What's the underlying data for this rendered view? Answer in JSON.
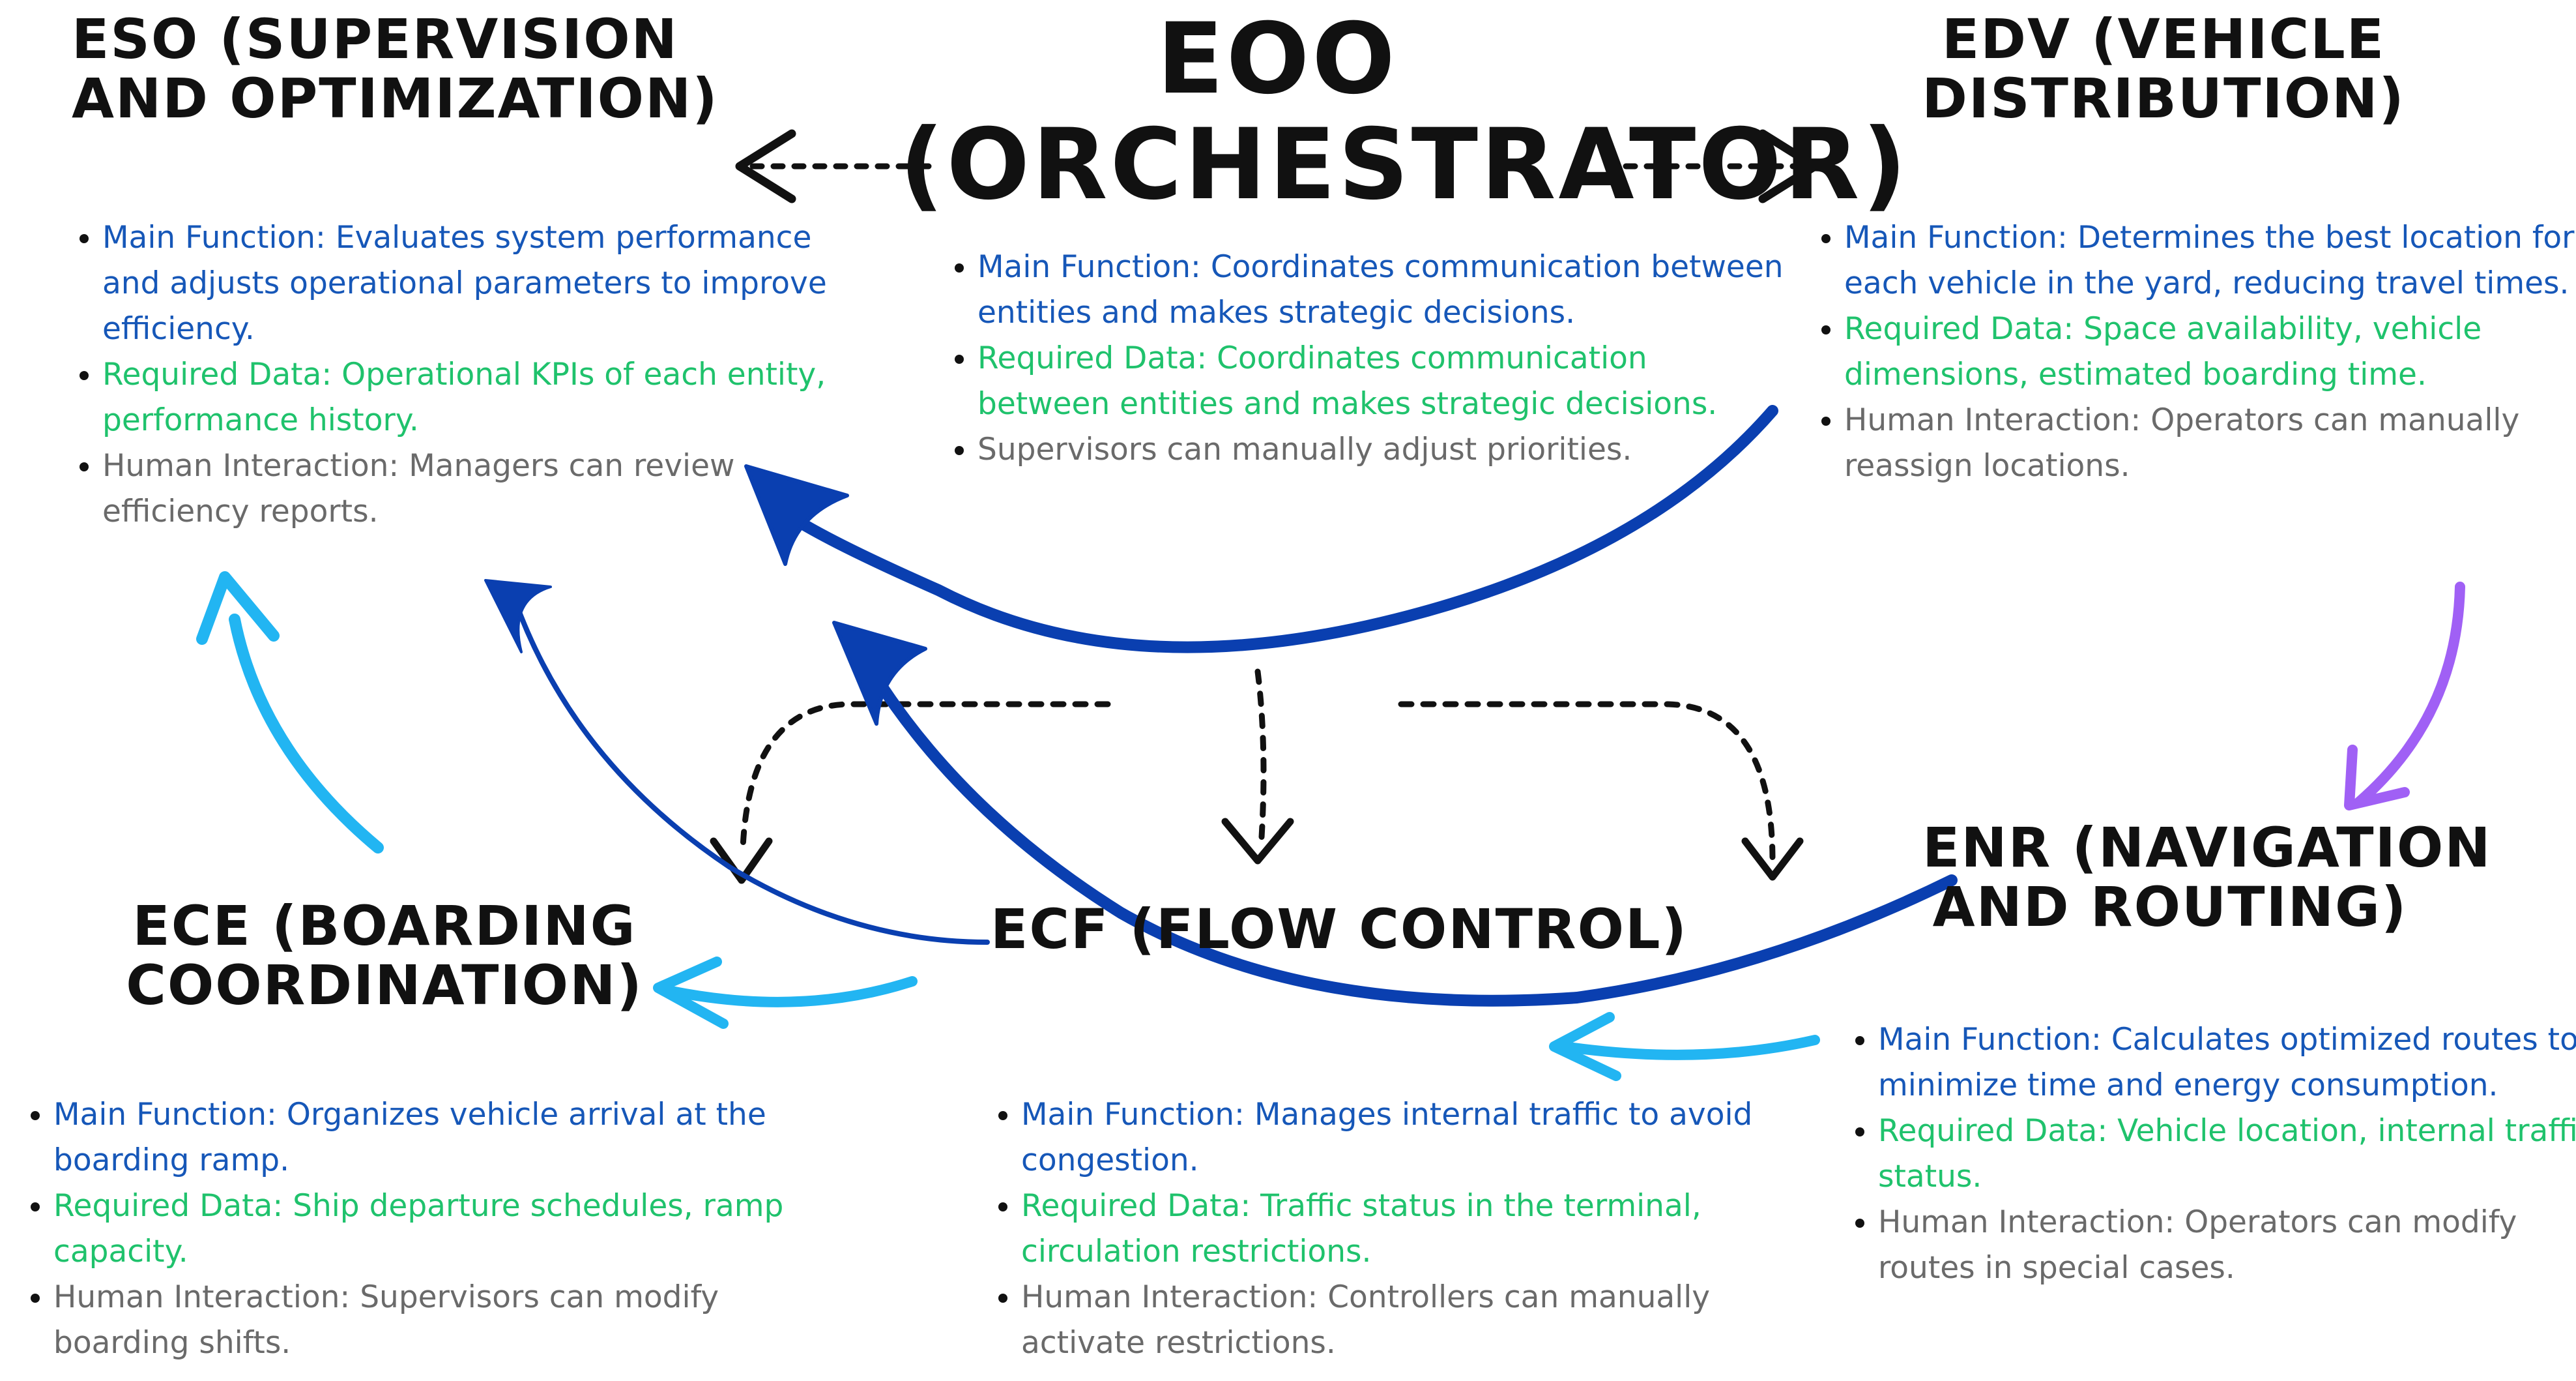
{
  "colors": {
    "main_function": "#1657b8",
    "required_data": "#1fc26c",
    "human_interaction": "#6a6a6a",
    "arrow_dark_blue": "#0a3fb0",
    "arrow_light_blue": "#22b5f2",
    "arrow_purple": "#a060f5",
    "arrow_dashed": "#111111"
  },
  "nodes": {
    "eoo": {
      "title_line1": "EOO",
      "title_line2": "(ORCHESTRATOR)",
      "main_function": "Main Function: Coordinates communication between entities and makes strategic decisions.",
      "required_data": "Required Data:  Coordinates communication between entities and makes strategic decisions.",
      "human_interaction": "Supervisors can manually adjust priorities."
    },
    "eso": {
      "title_line1": "ESO (SUPERVISION",
      "title_line2": "AND OPTIMIZATION)",
      "main_function": "Main Function: Evaluates system performance and adjusts operational parameters to improve efficiency.",
      "required_data": "Required Data:  Operational KPIs of each entity, performance history.",
      "human_interaction": "Human Interaction:  Managers can review efficiency reports."
    },
    "edv": {
      "title_line1": "EDV (VEHICLE",
      "title_line2": "DISTRIBUTION)",
      "main_function": "Main Function: Determines the best location for each vehicle in the yard, reducing travel times.",
      "required_data": "Required Data:  Space availability, vehicle dimensions, estimated boarding time.",
      "human_interaction": "Human Interaction:  Operators can manually reassign locations."
    },
    "ece": {
      "title_line1": "ECE (BOARDING",
      "title_line2": "COORDINATION)",
      "main_function": "Main Function: Organizes vehicle arrival at the boarding ramp.",
      "required_data": "Required Data:  Ship departure schedules, ramp capacity.",
      "human_interaction": "Human Interaction:  Supervisors can modify boarding shifts."
    },
    "ecf": {
      "title_line1": "ECF (FLOW CONTROL)",
      "main_function": "Main Function: Manages internal traffic to avoid congestion.",
      "required_data": "Required Data:  Traffic status in the terminal, circulation restrictions.",
      "human_interaction": "Human Interaction:  Controllers can manually activate restrictions."
    },
    "enr": {
      "title_line1": "ENR (NAVIGATION",
      "title_line2": "AND ROUTING)",
      "main_function": "Main Function: Calculates optimized routes to minimize time and energy consumption.",
      "required_data": "Required Data:  Vehicle location, internal traffic status.",
      "human_interaction": "Human Interaction:  Operators can modify routes in special cases."
    }
  }
}
